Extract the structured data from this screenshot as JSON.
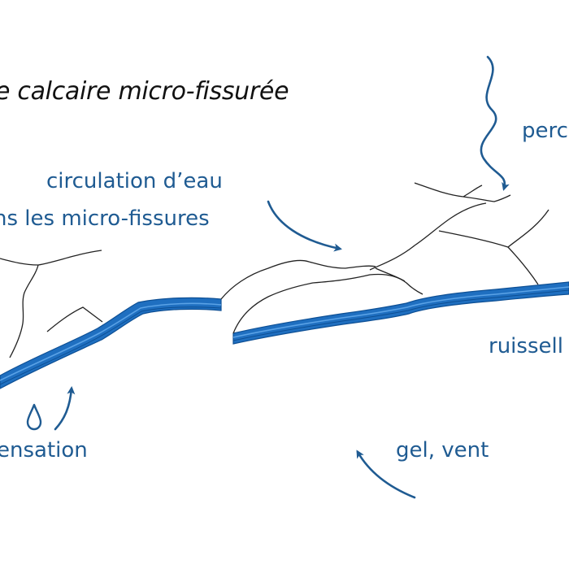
{
  "labels": {
    "title": "e calcaire micro-fissurée",
    "circulation_line1": "circulation d’eau",
    "circulation_line2": "ns les micro-fissures",
    "percolation": "perc",
    "ruissellement": "ruissell",
    "condensation": "ensation",
    "gel_vent": "gel, vent"
  },
  "colors": {
    "rock_blue": "#1f6fc0",
    "rock_blue_dark": "#0d4f94",
    "rock_blue_light": "#5aa2e6",
    "label_blue": "#1f5b92",
    "arrow_blue": "#1f5b92",
    "crack_line": "#222222"
  },
  "icons": {
    "drop": "water-drop-icon"
  }
}
